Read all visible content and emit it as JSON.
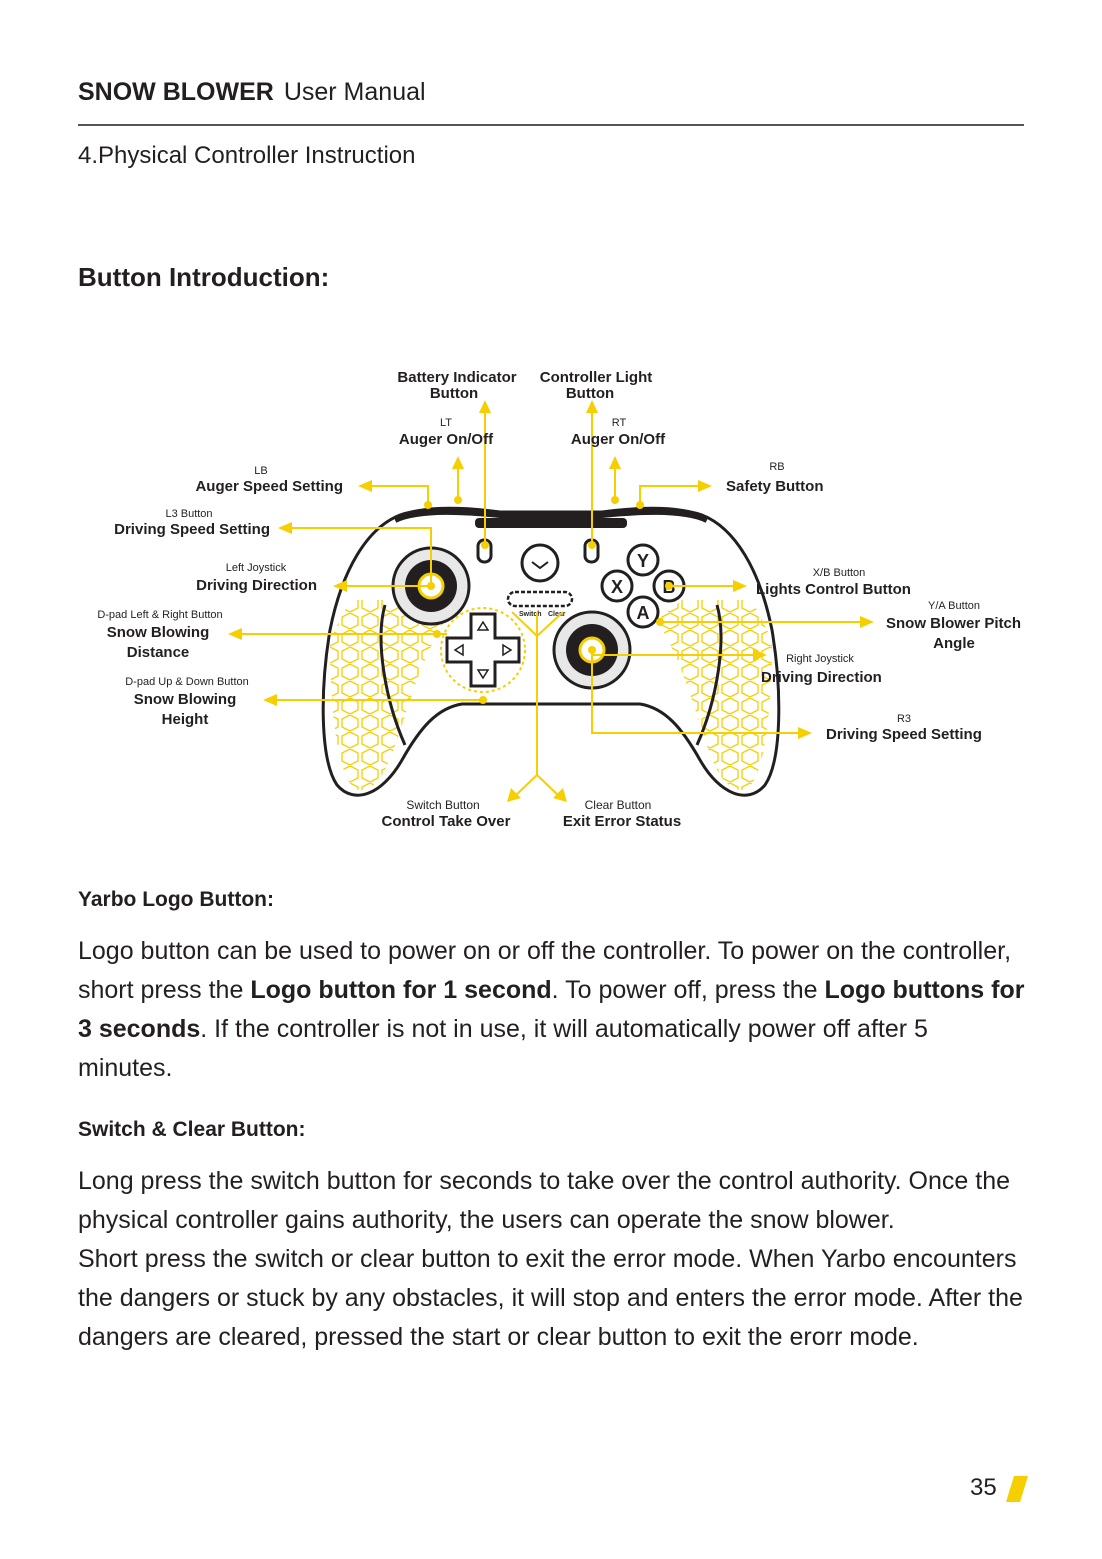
{
  "header": {
    "brand": "SNOW BLOWER",
    "subtitle": "User Manual",
    "section": "4.Physical Controller Instruction"
  },
  "button_intro": {
    "heading": "Button Introduction:"
  },
  "diagram": {
    "accent_color": "#f5cf00",
    "callouts": {
      "battery": {
        "name": "Battery Indicator",
        "name2": "Button"
      },
      "ctrl_light": {
        "name": "Controller Light",
        "name2": "Button"
      },
      "lt": {
        "small": "LT",
        "name": "Auger On/Off"
      },
      "rt": {
        "small": "RT",
        "name": "Auger On/Off"
      },
      "lb": {
        "small": "LB",
        "name": "Auger Speed Setting"
      },
      "rb": {
        "small": "RB",
        "name": "Safety Button"
      },
      "l3": {
        "small": "L3 Button",
        "name": "Driving Speed Setting"
      },
      "ljoy": {
        "small": "Left Joystick",
        "name": "Driving Direction"
      },
      "xb": {
        "small": "X/B Button",
        "name": "Lights Control Button"
      },
      "ya": {
        "small": "Y/A Button",
        "name": "Snow Blower Pitch",
        "name2": "Angle"
      },
      "dlr": {
        "small": "D-pad Left & Right Button",
        "name": "Snow Blowing",
        "name2": "Distance"
      },
      "rjoy": {
        "small": "Right Joystick",
        "name": "Driving Direction"
      },
      "dud": {
        "small": "D-pad Up & Down Button",
        "name": "Snow Blowing",
        "name2": "Height"
      },
      "r3": {
        "small": "R3",
        "name": "Driving Speed Setting"
      },
      "switch": {
        "small": "Switch Button",
        "name": "Control Take Over"
      },
      "clear": {
        "small": "Clear Button",
        "name": "Exit Error Status"
      }
    },
    "controller_labels": {
      "y": "Y",
      "x": "X",
      "b": "B",
      "a": "A",
      "switch_small": "Switch",
      "clear_small": "Clear"
    }
  },
  "logo_section": {
    "heading": "Yarbo Logo Button:",
    "text1": "Logo button can be used to power on or off the controller. To power on the controller, short press the ",
    "bold1": "Logo button for 1 second",
    "text2": ". To power off, press the ",
    "bold2": "Logo buttons for 3 seconds",
    "text3": ".  If the controller is not in use, it will automatically power off after 5 minutes."
  },
  "switch_section": {
    "heading": "Switch & Clear Button:",
    "para1": "Long press the switch button for seconds to take over the control authority. Once the physical controller gains authority, the users can operate the snow blower.",
    "para2": "Short press the switch or clear button to exit the error mode. When Yarbo encounters the dangers or stuck by any obstacles, it will stop and enters the error mode. After the dangers are cleared, pressed the start or clear button to exit the erorr mode."
  },
  "footer": {
    "page_number": "35"
  }
}
